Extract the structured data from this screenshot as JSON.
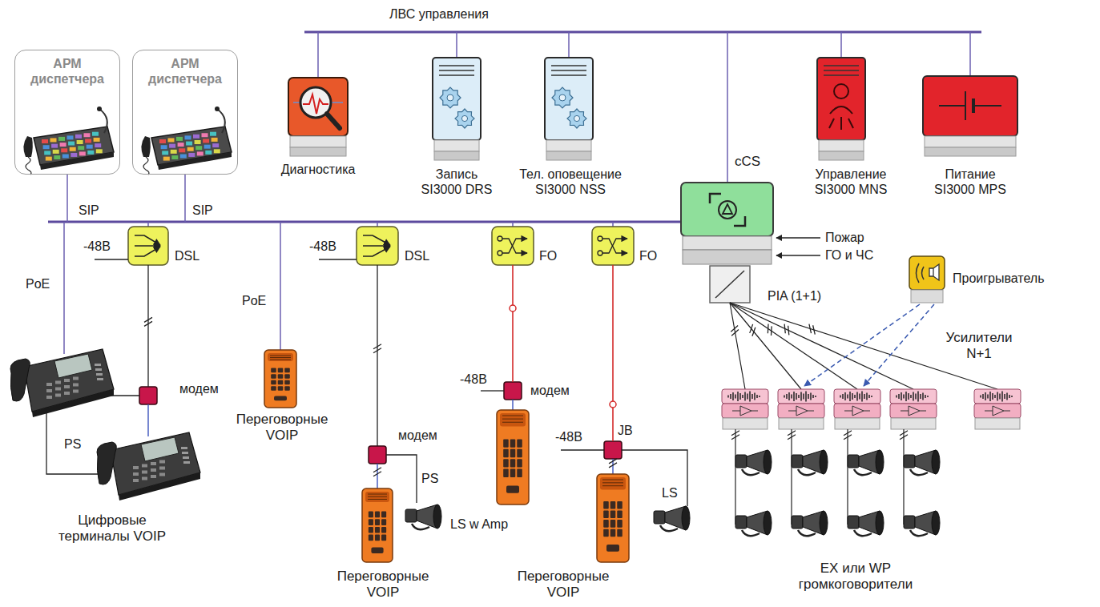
{
  "diagram": {
    "nodes": [
      {
        "text": [
          "АРМ диспетчера"
        ]
      },
      {
        "text": [
          "АРМ диспетчера"
        ]
      },
      {
        "text": [
          "Диагностика"
        ]
      },
      {
        "text": [
          "Запись SI3000 DRS"
        ]
      },
      {
        "text": [
          "Тел. оповещение SI3000 NSS"
        ]
      },
      {
        "text": [
          "cCS"
        ]
      },
      {
        "text": [
          "Управление SI3000 MNS"
        ]
      },
      {
        "text": [
          "Питание SI3000 MPS"
        ]
      },
      {
        "text": [
          "DSL"
        ]
      },
      {
        "text": [
          "DSL"
        ]
      },
      {
        "text": [
          "FO"
        ]
      },
      {
        "text": [
          "FO"
        ]
      },
      {
        "text": [
          "PIA (1+1)"
        ]
      },
      {
        "text": [
          "Проигрыватель"
        ]
      },
      {
        "text": [
          "модем"
        ]
      },
      {
        "text": [
          "модем"
        ]
      },
      {
        "text": [
          "JB"
        ]
      },
      {
        "text": [
          "модем"
        ]
      }
    ],
    "edges": [
      {
        "from": 8,
        "to": 14,
        "arrow": "none"
      },
      {
        "from": 9,
        "to": 17,
        "arrow": "none"
      },
      {
        "from": 10,
        "to": 15,
        "arrow": "none"
      },
      {
        "from": 11,
        "to": 16,
        "arrow": "none"
      }
    ],
    "labels": [
      "ЛВС управления",
      "SIP",
      "SIP",
      "-48В",
      "PoE",
      "-48В",
      "PoE",
      "Пожар",
      "ГО и ЧС",
      "Усилители N+1",
      "-48В",
      "PS",
      "-48В",
      "Переговорные VOIP",
      "PS",
      "LS",
      "LS w Amp",
      "Цифровые терминалы VOIP",
      "Переговорные VOIP",
      "Переговорные VOIP",
      "EX или WP громкоговорители"
    ]
  }
}
